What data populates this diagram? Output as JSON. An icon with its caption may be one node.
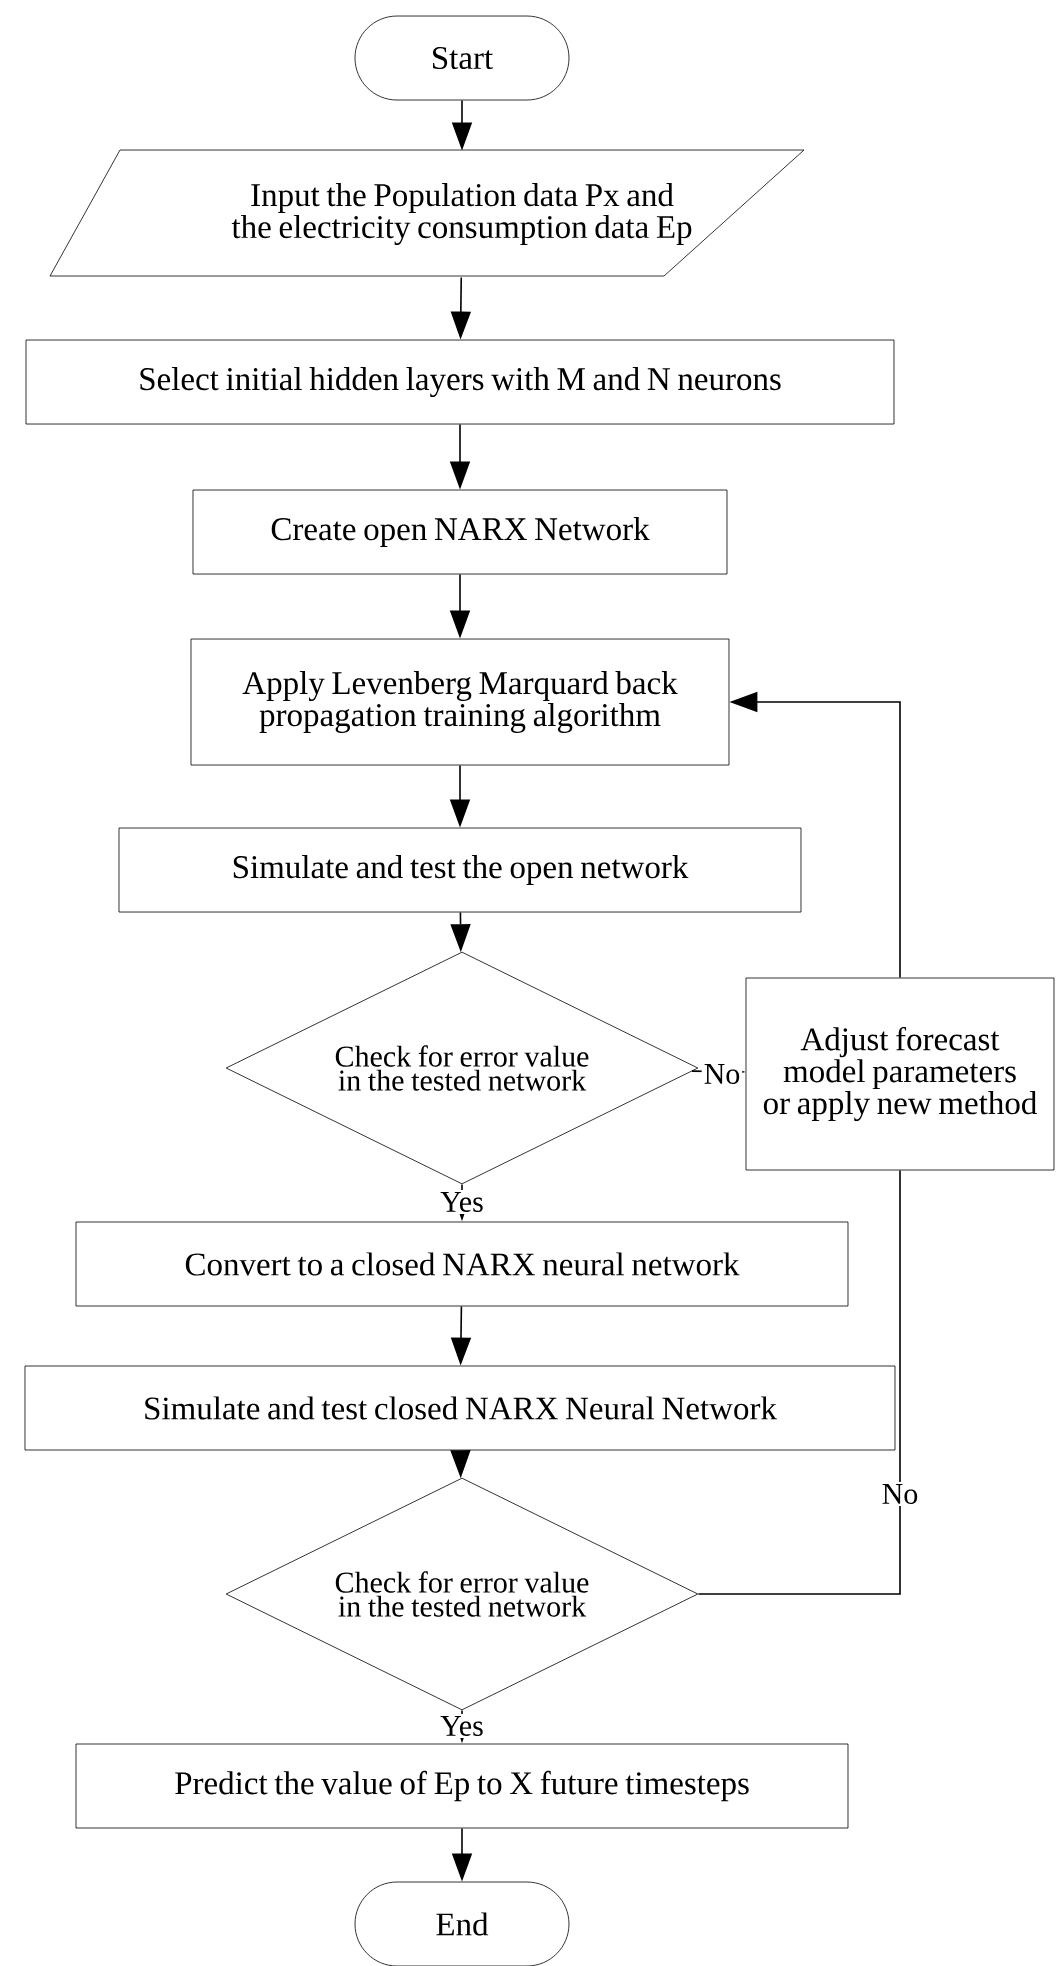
{
  "diagram": {
    "nodes": [
      {
        "text": [
          "Start"
        ]
      },
      {
        "text": [
          "Input the Population data Px and the electricity consumption data Ep"
        ]
      },
      {
        "text": [
          "Select initial hidden layers with M and N neurons"
        ]
      },
      {
        "text": [
          "Create open NARX Network"
        ]
      },
      {
        "text": [
          "Apply Levenberg Marquard back propagation training algorithm"
        ]
      },
      {
        "text": [
          "Simulate and test the open network"
        ]
      },
      {
        "text": [
          "Check for error value in the tested network"
        ]
      },
      {
        "text": [
          "Adjust forecast model parameters or apply new method"
        ]
      },
      {
        "text": [
          "Convert to a closed NARX neural network"
        ]
      },
      {
        "text": [
          "Simulate and test closed NARX Neural Network"
        ]
      },
      {
        "text": [
          "Check for error value in the tested network"
        ]
      },
      {
        "text": [
          "Predict the value of Ep to X future timesteps"
        ]
      },
      {
        "text": [
          "End"
        ]
      }
    ],
    "edges": [
      {
        "from": 0,
        "to": 1,
        "arrow": "to"
      },
      {
        "from": 1,
        "to": 2,
        "arrow": "to"
      },
      {
        "from": 2,
        "to": 3,
        "arrow": "to"
      },
      {
        "from": 3,
        "to": 4,
        "arrow": "to"
      },
      {
        "from": 4,
        "to": 5,
        "arrow": "to"
      },
      {
        "from": 5,
        "to": 6,
        "arrow": "to"
      },
      {
        "from": 6,
        "to": 7,
        "arrow": "to",
        "label": "No"
      },
      {
        "from": 7,
        "to": 4,
        "arrow": "to"
      },
      {
        "from": 6,
        "to": 8,
        "arrow": "to",
        "label": "Yes"
      },
      {
        "from": 8,
        "to": 9,
        "arrow": "to"
      },
      {
        "from": 9,
        "to": 10,
        "arrow": "to"
      },
      {
        "from": 10,
        "to": 7,
        "arrow": "none",
        "label": "No"
      },
      {
        "from": 10,
        "to": 11,
        "arrow": "to",
        "label": "Yes"
      },
      {
        "from": 11,
        "to": 12,
        "arrow": "to"
      }
    ]
  }
}
